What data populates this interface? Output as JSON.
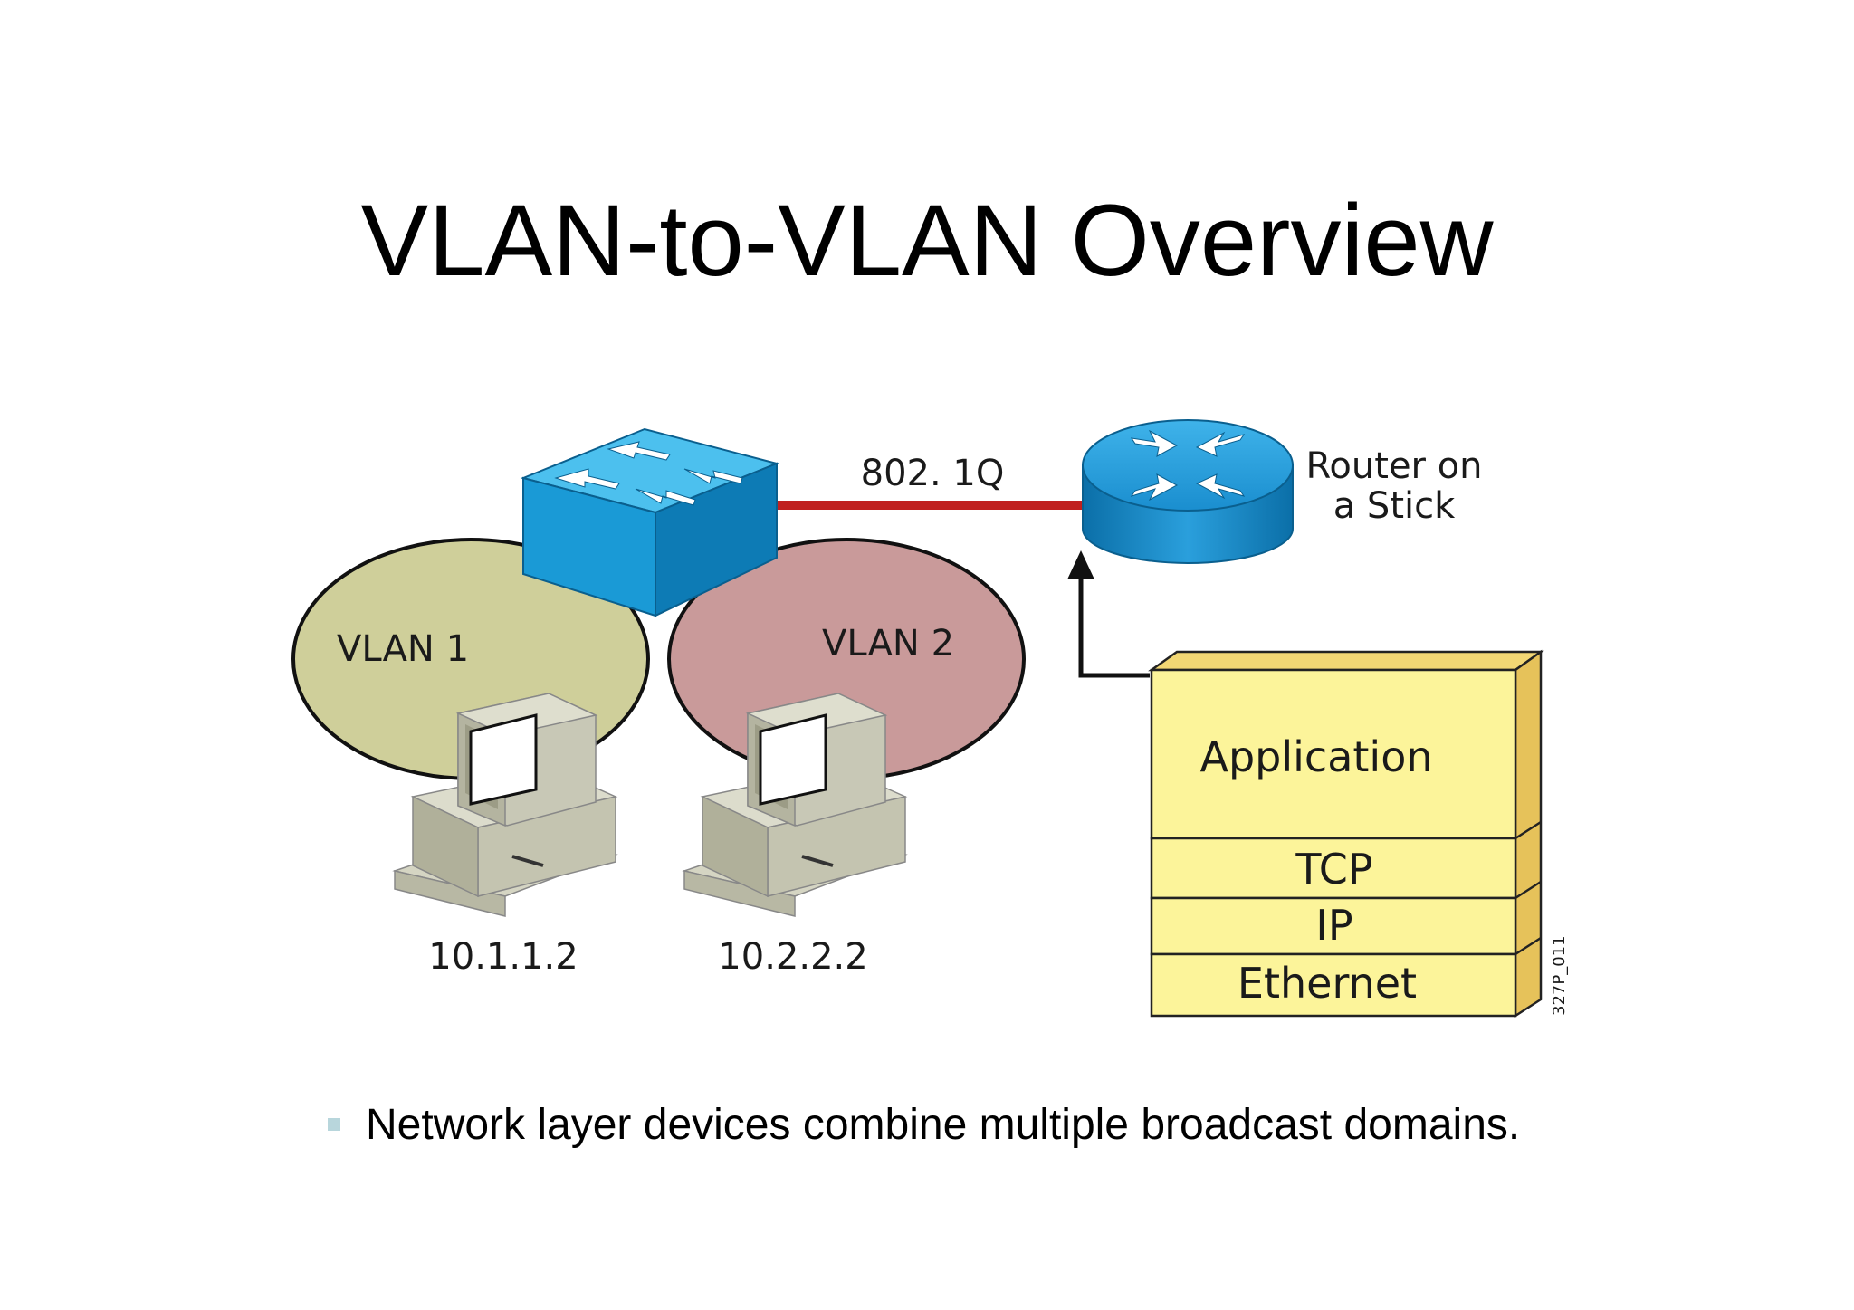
{
  "slide": {
    "title": "VLAN-to-VLAN Overview",
    "bullet": "Network layer devices combine multiple broadcast domains."
  },
  "diagram": {
    "trunk_label": "802. 1Q",
    "router_label_line1": "Router on",
    "router_label_line2": "a Stick",
    "vlan1_label": "VLAN 1",
    "vlan2_label": "VLAN 2",
    "host1_ip": "10.1.1.2",
    "host2_ip": "10.2.2.2",
    "stack_layers": [
      "Application",
      "TCP",
      "IP",
      "Ethernet"
    ],
    "figure_id": "327P_011"
  },
  "colors": {
    "vlan1_fill": "#cfcf9a",
    "vlan2_fill": "#c99a9a",
    "switch_blue": "#1a9ad6",
    "router_blue": "#1a8ecf",
    "trunk_red": "#c0201f",
    "stack_fill": "#fcf49a",
    "stack_side": "#e6c25a",
    "bullet_mark": "#b8d6dc"
  }
}
